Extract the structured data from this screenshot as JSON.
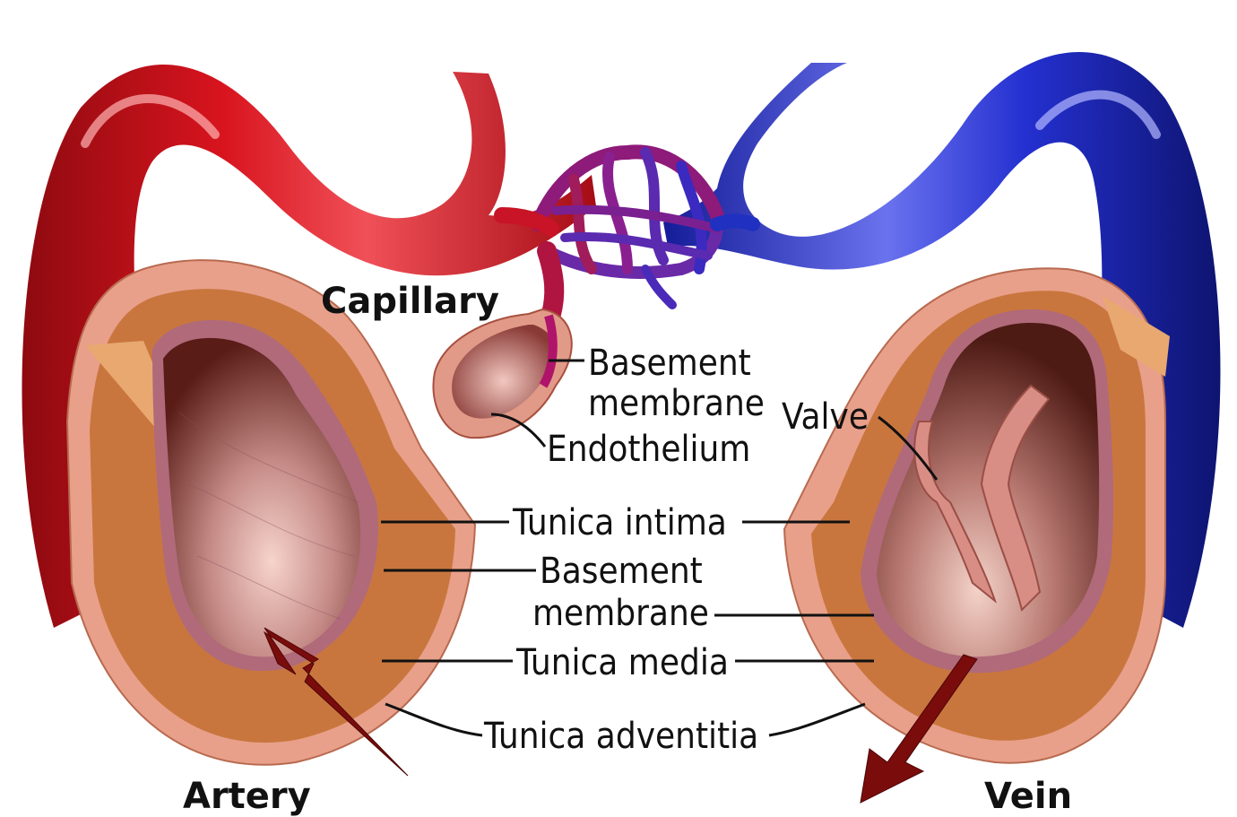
{
  "titles": {
    "capillary": "Capillary",
    "artery": "Artery",
    "vein": "Vein"
  },
  "labels": {
    "basement_membrane_top_1": "Basement",
    "basement_membrane_top_2": "membrane",
    "endothelium": "Endothelium",
    "valve": "Valve",
    "tunica_intima": "Tunica intima",
    "basement_membrane_mid_1": "Basement",
    "basement_membrane_mid_2": "membrane",
    "tunica_media": "Tunica media",
    "tunica_adventitia": "Tunica adventitia"
  },
  "colors": {
    "artery": "#c8101c",
    "vein": "#1c24b8",
    "capillary": "#7a1a8c",
    "adventitia": "#e8a08a",
    "media": "#c9763e",
    "intima": "#b06a7a",
    "lumen": "#6e2a22",
    "arrow": "#7a0c0c"
  }
}
